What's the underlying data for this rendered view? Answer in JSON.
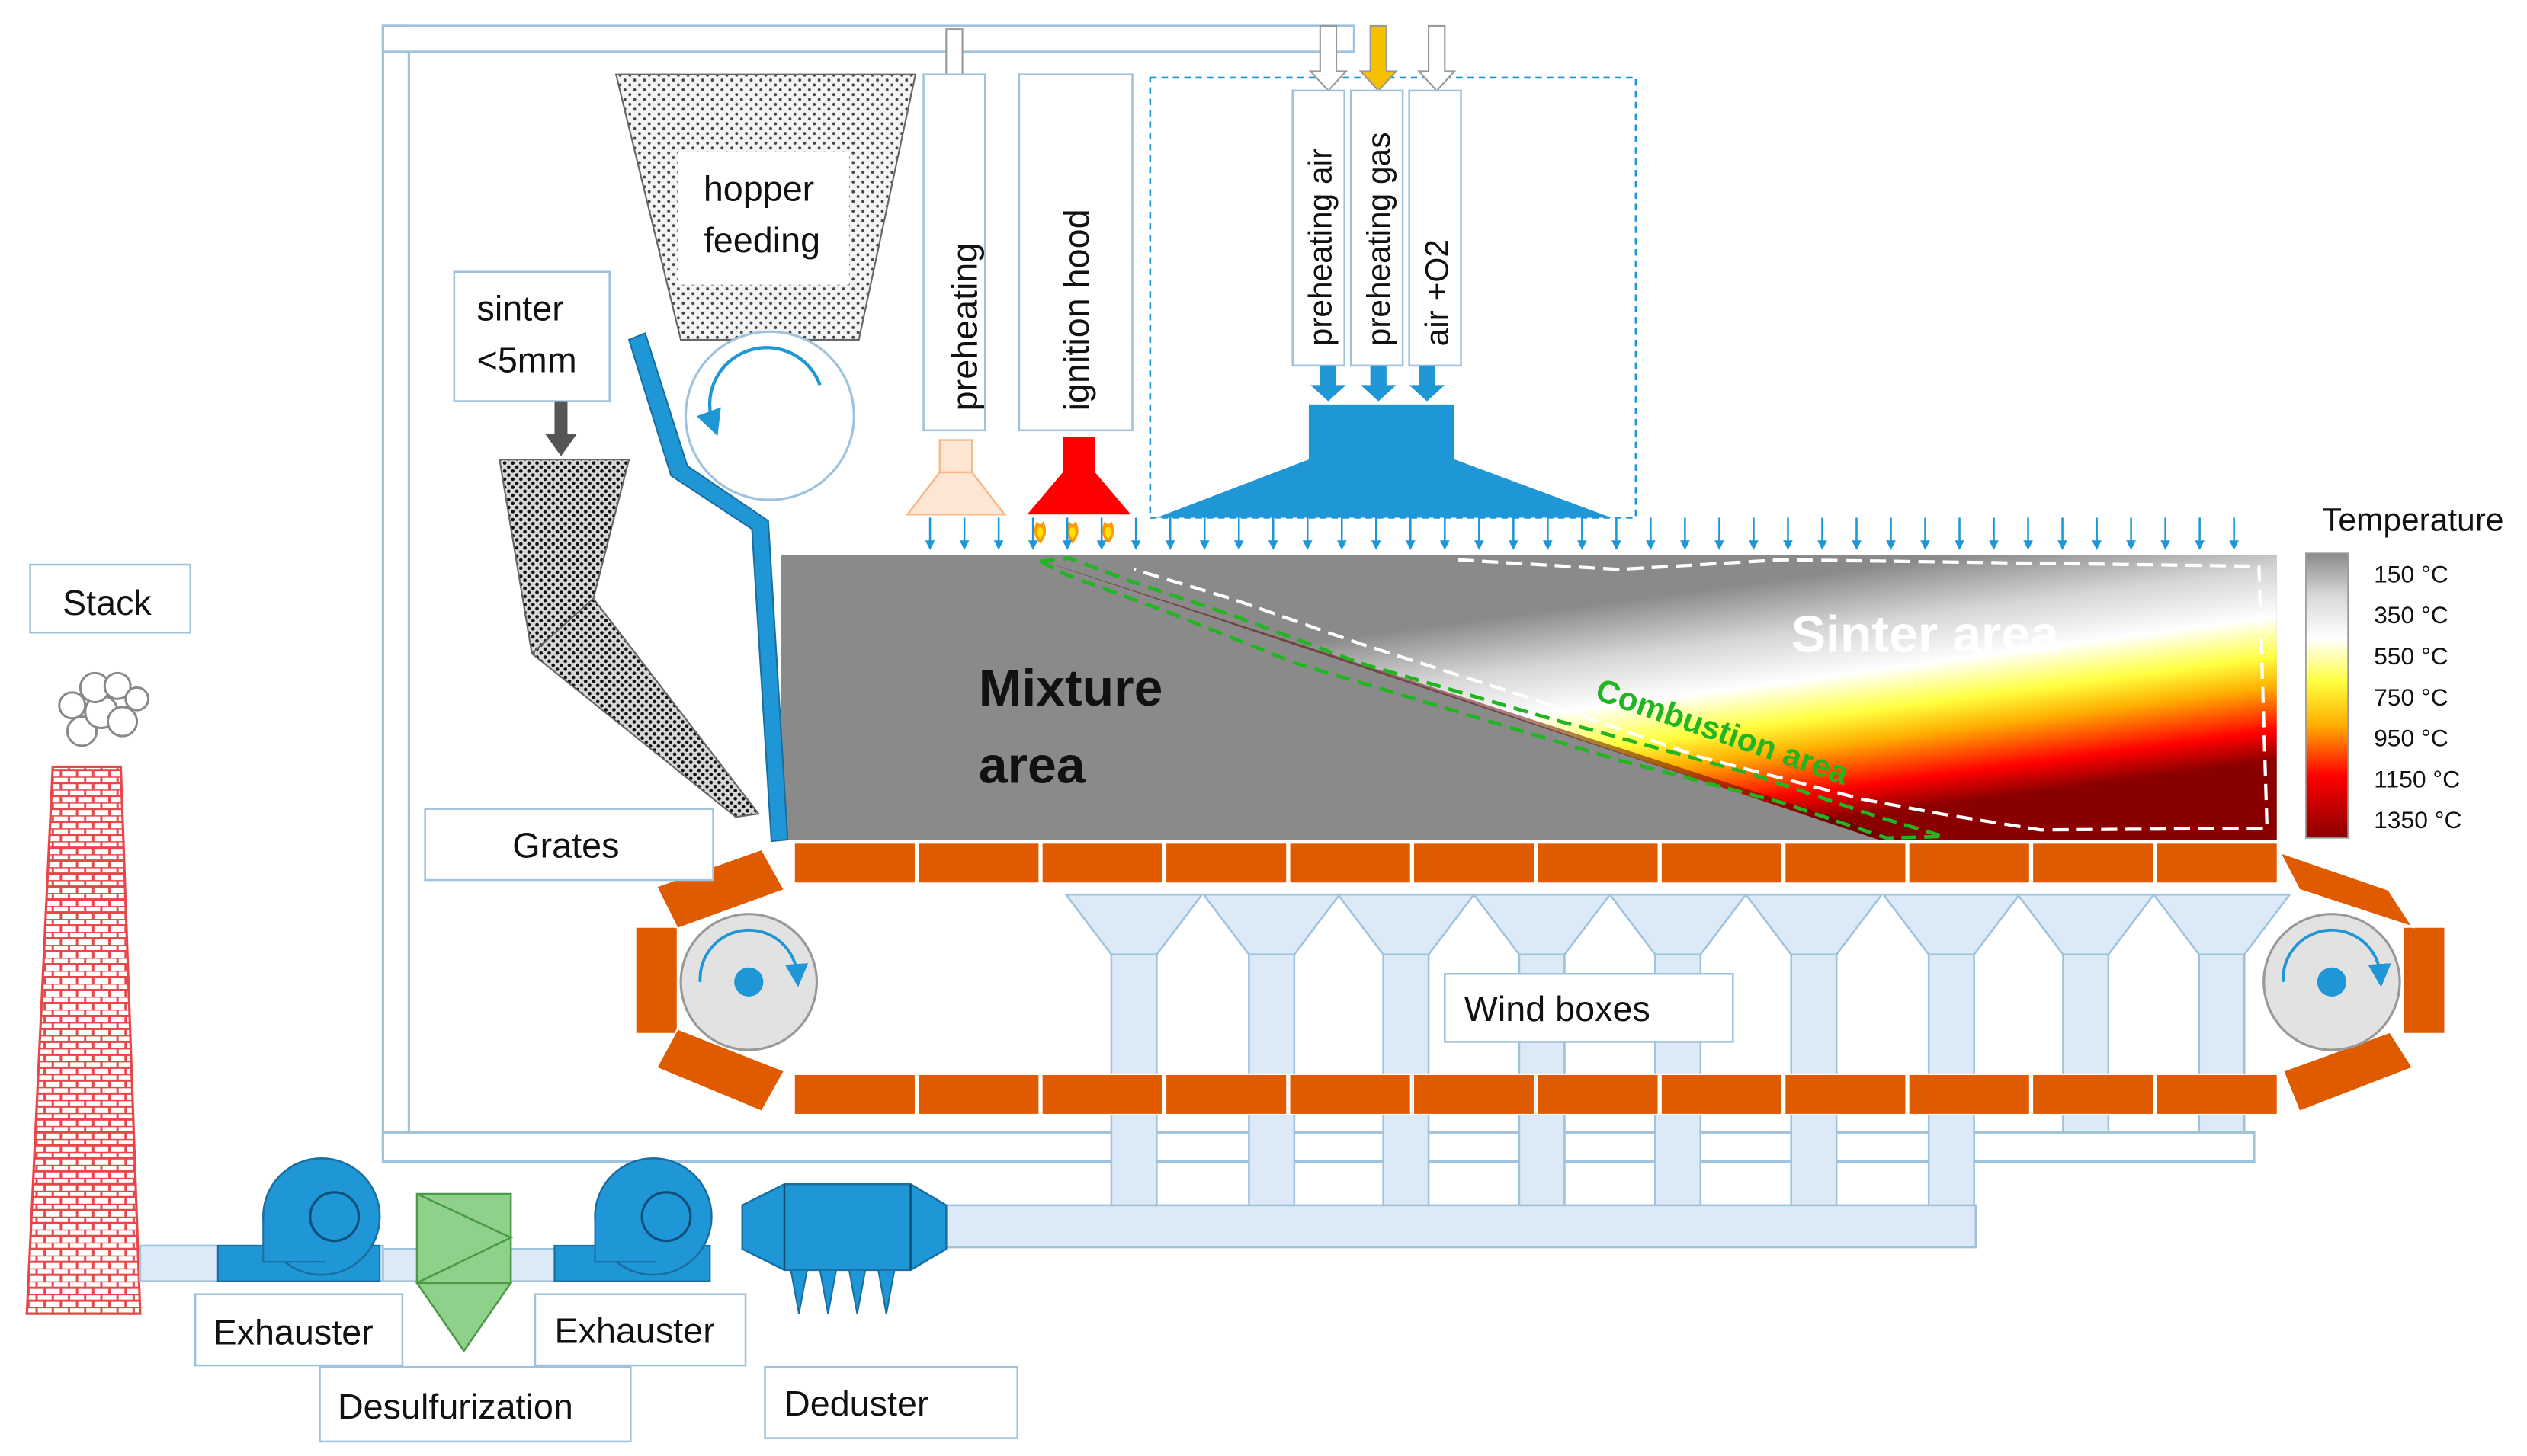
{
  "labels": {
    "stack": "Stack",
    "sinter_fines": [
      "sinter",
      "<5mm"
    ],
    "hopper_feeding": [
      "hopper",
      "feeding"
    ],
    "preheating": "preheating",
    "ignition_hood": "ignition  hood",
    "preheating_air": "preheating air",
    "preheating_gas": "preheating gas",
    "air_o2": "air +O2",
    "mixture_area": [
      "Mixture",
      "area"
    ],
    "sinter_area": "Sinter area",
    "combustion_area": "Combustion  area",
    "grates": "Grates",
    "wind_boxes": "Wind boxes",
    "exhauster_1": "Exhauster",
    "exhauster_2": "Exhauster",
    "desulfurization": "Desulfurization",
    "deduster": "Deduster"
  },
  "legend": {
    "title": "Temperature",
    "entries": [
      "150 °C",
      "350 °C",
      "550 °C",
      "750 °C",
      "950 °C",
      "1150 °C",
      "1350 °C"
    ]
  },
  "colors": {
    "equipment_blue": "#1f96d6",
    "duct_light_blue": "#dbeaf6",
    "duct_outline": "#9fc2dd",
    "grate_orange": "#e05a00",
    "mixture_gray": "#8a8a8a",
    "combustion_red": "#e00000",
    "combustion_outline_green": "#22b522",
    "stack_red": "#e8474a",
    "desulfurization_green": "#8fd08a",
    "ignition_red": "#ff0000",
    "preheating_orange": "#f7b98a",
    "gas_arrow_yellow": "#f5c000"
  },
  "icons": [
    "rotation-arrow-icon",
    "smoke-cloud-icon",
    "flame-icon",
    "airflow-arrow-icon"
  ]
}
